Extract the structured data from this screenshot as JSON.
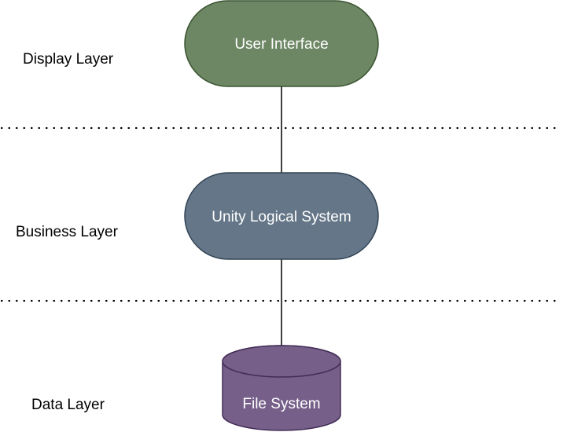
{
  "layers": {
    "display": "Display Layer",
    "business": "Business Layer",
    "data": "Data Layer"
  },
  "nodes": {
    "ui": {
      "label": "User Interface",
      "shape": "stadium",
      "fill": "#6d8764",
      "stroke": "#3a5431"
    },
    "logic": {
      "label": "Unity Logical System",
      "shape": "stadium",
      "fill": "#647687",
      "stroke": "#314354"
    },
    "fs": {
      "label": "File System",
      "shape": "cylinder",
      "fill": "#76608a",
      "stroke": "#432d57"
    }
  },
  "edges": [
    {
      "from": "ui",
      "to": "logic"
    },
    {
      "from": "logic",
      "to": "fs"
    }
  ],
  "separators": {
    "style": "dotted",
    "color": "#000000"
  }
}
